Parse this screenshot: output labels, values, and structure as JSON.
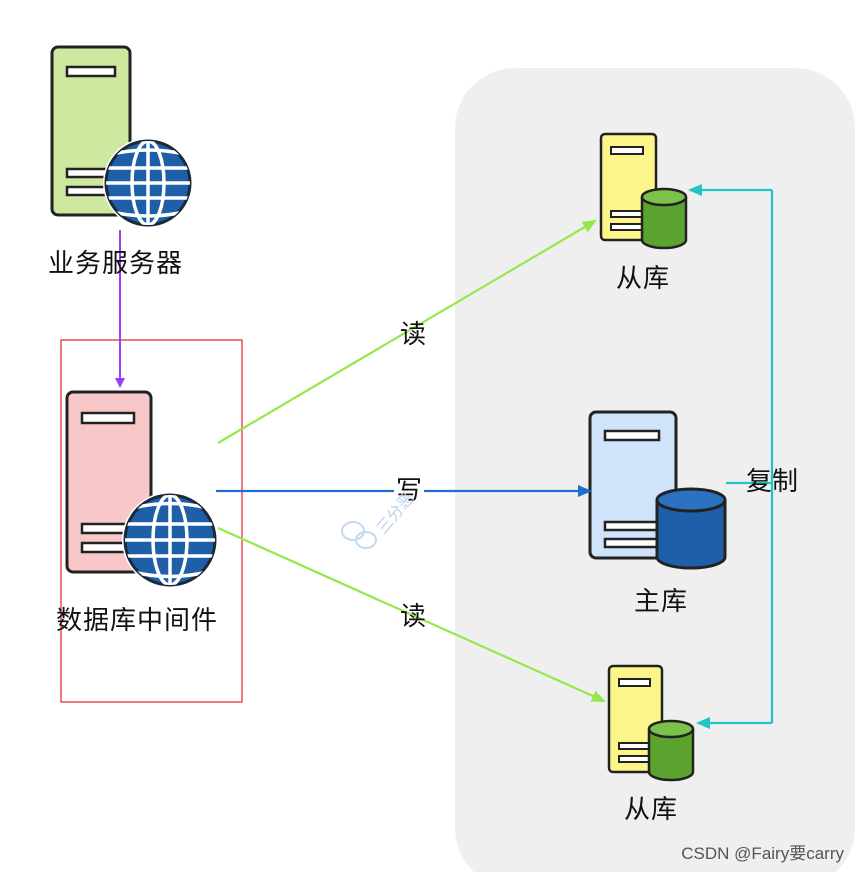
{
  "nodes": {
    "business_server": {
      "label": "业务服务器",
      "color": "#cfe8a0"
    },
    "middleware": {
      "label": "数据库中间件",
      "color": "#f8c8c8"
    },
    "slave_top": {
      "label": "从库",
      "color": "#fbf58a"
    },
    "master": {
      "label": "主库",
      "color": "#cfe3fb"
    },
    "slave_bottom": {
      "label": "从库",
      "color": "#fbf58a"
    }
  },
  "edges": {
    "read_top": "读",
    "write": "写",
    "read_bottom": "读",
    "replicate": "复制"
  },
  "watermark": "CSDN @Fairy要carry",
  "faint_watermark": "三分恶",
  "colors": {
    "purple_arrow": "#9b3df0",
    "green_arrow": "#95e84a",
    "blue_arrow": "#1f6fd0",
    "cyan_line": "#20c4c4",
    "selection_box": "#e0202a",
    "panel": "#efefef"
  }
}
